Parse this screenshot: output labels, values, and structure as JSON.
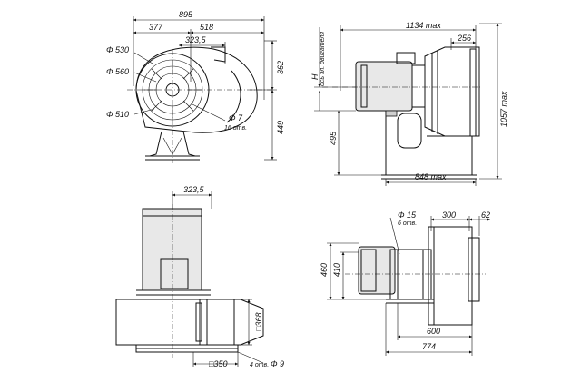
{
  "views": {
    "front": {
      "dim_width": "895",
      "dim_left": "377",
      "dim_right": "518",
      "dim_offset": "323,5",
      "dia_530": "Φ 530",
      "dia_560": "Φ 560",
      "dia_510": "Φ 510",
      "dia_7": "Φ 7",
      "holes_16": "16 отв.",
      "dim_362": "362",
      "dim_449": "449"
    },
    "side": {
      "dim_1134": "1134 max",
      "dim_256": "256",
      "axis_label": "ось эл. двигателя",
      "axis_h": "H",
      "dim_1057": "1057 max",
      "dim_495": "495",
      "dim_848": "848 max"
    },
    "bottom_left": {
      "dim_offset": "323,5",
      "dim_368": "□368",
      "dim_350": "□350",
      "holes_4": "4 отв.",
      "dia_9": "Φ 9"
    },
    "bottom_right": {
      "dia_15": "Φ 15",
      "holes_6": "6 отв.",
      "dim_300": "300",
      "dim_62": "62",
      "dim_460": "460",
      "dim_410": "410",
      "dim_600": "600",
      "dim_774": "774"
    }
  }
}
